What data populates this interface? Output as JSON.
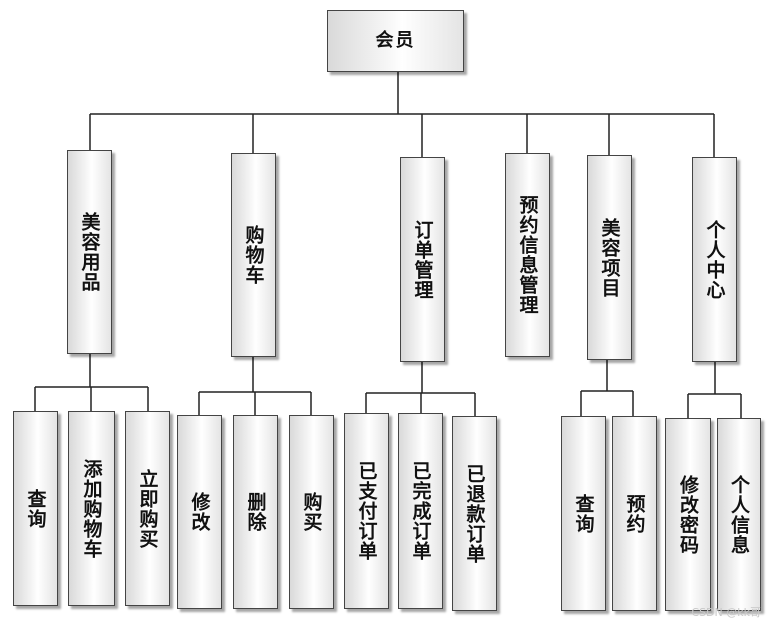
{
  "root": "会员",
  "modules": [
    {
      "label": "美容用品",
      "children": [
        "查询",
        "添加购物车",
        "立即购买"
      ]
    },
    {
      "label": "购物车",
      "children": [
        "修改",
        "删除",
        "购买"
      ]
    },
    {
      "label": "订单管理",
      "children": [
        "已支付订单",
        "已完成订单",
        "已退款订单"
      ]
    },
    {
      "label": "预约信息管理",
      "children": []
    },
    {
      "label": "美容项目",
      "children": [
        "查询",
        "预约"
      ]
    },
    {
      "label": "个人中心",
      "children": [
        "修改密码",
        "个人信息"
      ]
    }
  ],
  "watermark": "CSDN @kk哥"
}
